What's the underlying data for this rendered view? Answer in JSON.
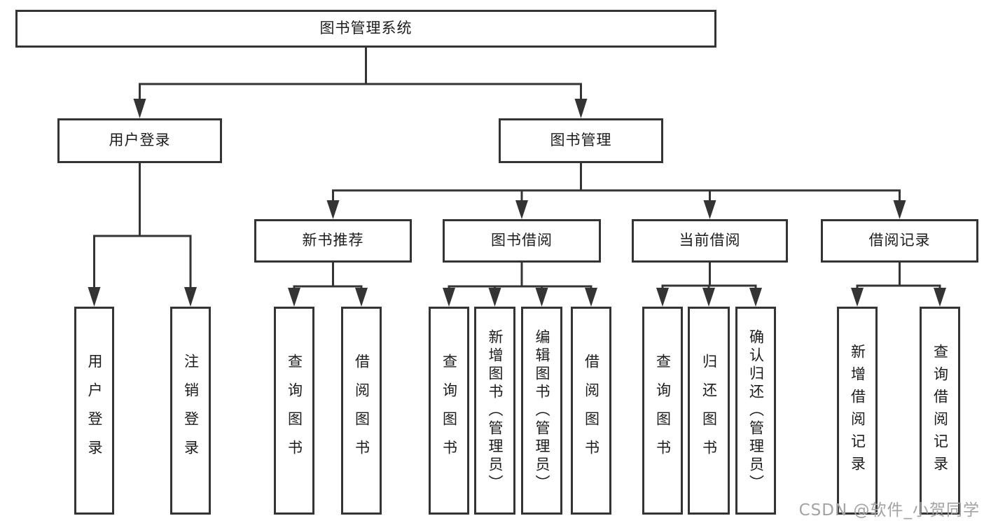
{
  "watermark": "CSDN @软件_小贺同学",
  "palette": {
    "background": "#ffffff",
    "box_border": "#343434",
    "connector_line": "#343434",
    "text": "#1c1c1c",
    "watermark_text": "#a3a3a3"
  },
  "tree": {
    "label": "图书管理系统",
    "children": [
      {
        "label": "用户登录",
        "children": [
          {
            "label": "用户登录"
          },
          {
            "label": "注销登录"
          }
        ]
      },
      {
        "label": "图书管理",
        "children": [
          {
            "label": "新书推荐",
            "children": [
              {
                "label": "查询图书"
              },
              {
                "label": "借阅图书"
              }
            ]
          },
          {
            "label": "图书借阅",
            "children": [
              {
                "label": "查询图书"
              },
              {
                "label": "新增图书（管理员）"
              },
              {
                "label": "编辑图书（管理员）"
              },
              {
                "label": "借阅图书"
              }
            ]
          },
          {
            "label": "当前借阅",
            "children": [
              {
                "label": "查询图书"
              },
              {
                "label": "归还图书"
              },
              {
                "label": "确认归还（管理员）"
              }
            ]
          },
          {
            "label": "借阅记录",
            "children": [
              {
                "label": "新增借阅记录"
              },
              {
                "label": "查询借阅记录"
              }
            ]
          }
        ]
      }
    ]
  }
}
